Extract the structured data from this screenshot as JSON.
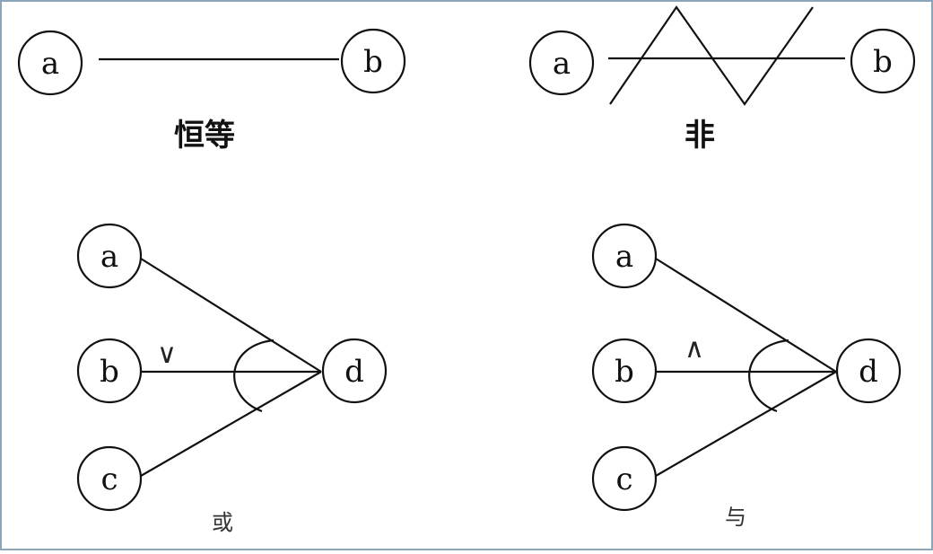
{
  "panels": {
    "identity": {
      "node_a": "a",
      "node_b": "b",
      "caption": "恒等"
    },
    "negation": {
      "node_a": "a",
      "node_b": "b",
      "caption": "非"
    },
    "or": {
      "node_a": "a",
      "node_b": "b",
      "node_c": "c",
      "node_d": "d",
      "symbol": "∨",
      "caption": "或"
    },
    "and": {
      "node_a": "a",
      "node_b": "b",
      "node_c": "c",
      "node_d": "d",
      "symbol": "∧",
      "caption": "与"
    }
  },
  "colors": {
    "ink": "#111111",
    "frame": "#8aa6b8",
    "background": "#ffffff"
  }
}
